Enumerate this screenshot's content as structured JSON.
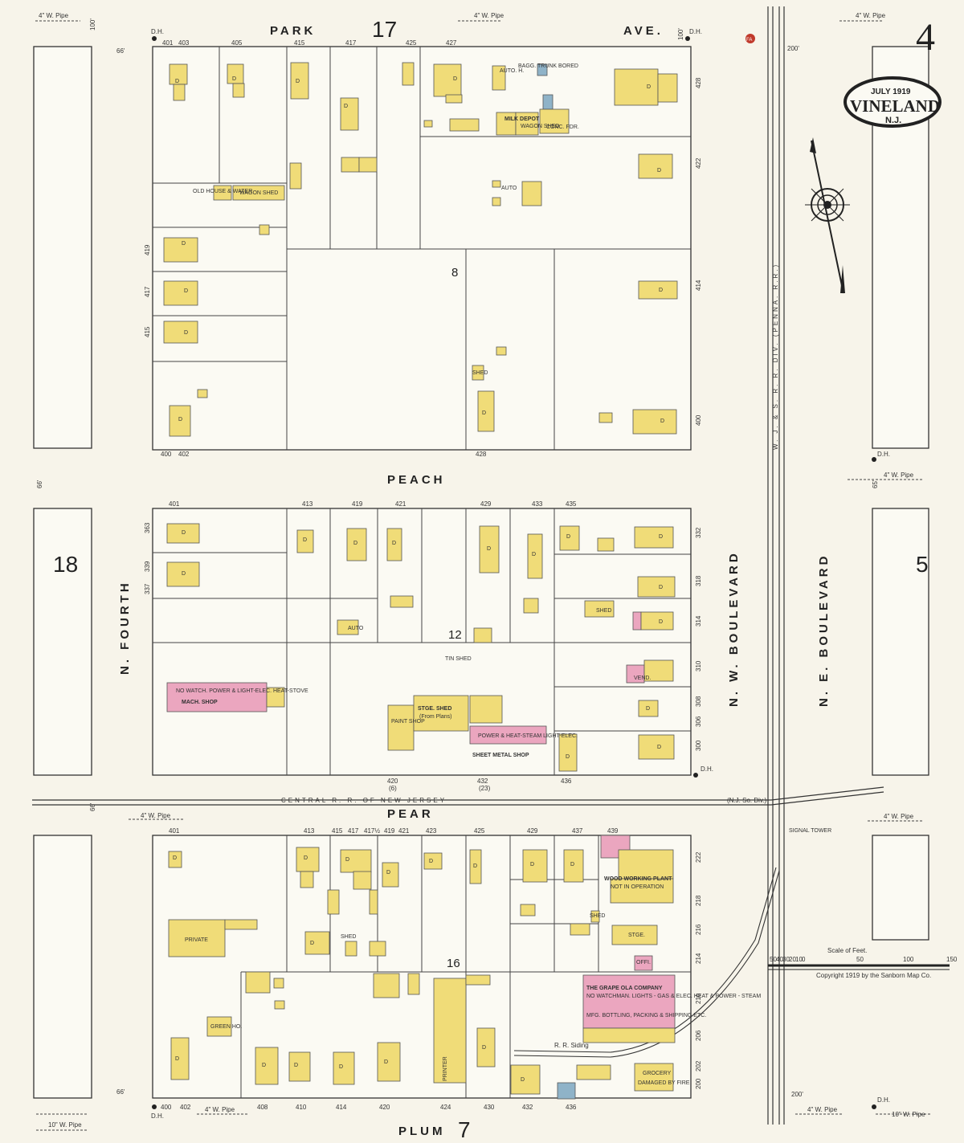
{
  "sheet": {
    "number": "4",
    "date": "JULY 1919",
    "town": "VINELAND",
    "state": "N.J."
  },
  "streets": {
    "park_ave": "PARK",
    "park_ave_suffix": "AVE.",
    "peach": "PEACH",
    "pear": "PEAR",
    "plum": "PLUM",
    "n_fourth": "N. FOURTH",
    "nw_boulevard": "N. W. BOULEVARD",
    "ne_boulevard": "N. E. BOULEVARD",
    "railroad_central": "CENTRAL   R.   R.   OF   NEW   JERSEY",
    "railroad_central_div": "(N.J. So. Div.)",
    "railroad_wj": "W. J. & S. R. R. DIV. (PENNA. R.R.)",
    "rr_siding": "R. R. Siding"
  },
  "blocks": {
    "b17": "17",
    "b8": "8",
    "b12": "12",
    "b16": "16",
    "b18": "18",
    "b5": "5",
    "b7": "7"
  },
  "pipes": {
    "park_w": "4\" W. Pipe",
    "park_e": "4\" W. Pipe",
    "park_far_e": "4\" W. Pipe",
    "peach_e": "4\" W. Pipe",
    "pear_w": "4\" W. Pipe",
    "pear_e": "4\" W. Pipe",
    "plum_w": "4\" W. Pipe",
    "plum_w2": "10\" W. Pipe",
    "plum_e": "4\" W. Pipe",
    "plum_e2": "10\" W. Pipe"
  },
  "widths": {
    "w66": "66'",
    "w100": "100'",
    "w200": "200'",
    "w65": "65'"
  },
  "hydrants": {
    "dh": "D.H."
  },
  "scale": {
    "title": "Scale of Feet.",
    "ticks": [
      "50",
      "40",
      "30",
      "20",
      "10",
      "0",
      "50",
      "100",
      "150"
    ],
    "copyright": "Copyright 1919 by the Sanborn Map Co."
  },
  "addresses": {
    "park_row": [
      "401",
      "403",
      "405",
      "415",
      "417",
      "425",
      "427"
    ],
    "peach_north_row": [
      "400",
      "402",
      "428"
    ],
    "peach_south_row": [
      "401",
      "413",
      "419",
      "421",
      "429",
      "433",
      "435"
    ],
    "pear_north_row": [
      "420",
      "(6)",
      "432",
      "(23)",
      "436"
    ],
    "pear_south_row": [
      "401",
      "413",
      "415",
      "417",
      "417½",
      "419",
      "421",
      "423",
      "425",
      "429",
      "437",
      "439"
    ],
    "plum_row": [
      "400",
      "402",
      "408",
      "410",
      "414",
      "420",
      "424",
      "430",
      "432",
      "436"
    ],
    "nw_blvd_b17": [
      "428",
      "422",
      "414",
      "400"
    ],
    "nw_blvd_b12": [
      "332",
      "318",
      "314",
      "310",
      "308",
      "306",
      "300"
    ],
    "nw_blvd_b16": [
      "222",
      "218",
      "216",
      "214",
      "210",
      "206",
      "202",
      "200"
    ],
    "fourth_b17": [
      "419",
      "417",
      "415"
    ],
    "fourth_b12": [
      "363",
      "339",
      "337"
    ]
  },
  "labels": {
    "auto_h": "AUTO. H.",
    "baggage": "BAGG. TRUNK BORED",
    "milk_depot": "MILK DEPOT",
    "wagon_shed": "WAGON SHED",
    "conc_fdr": "CONC. FDR.",
    "old_house": "OLD HOUSE & WATER",
    "wagon_shed2": "WAGON SHED",
    "auto": "AUTO",
    "shed": "SHED",
    "mach_shop": "MACH. SHOP",
    "mach_shop_note": "NO WATCH. POWER & LIGHT-ELEC. HEAT-STOVE",
    "stge_shed": "STGE. SHED",
    "stge_shed_note": "(From Plans)",
    "paint_shop": "PAINT SHOP",
    "sheet_metal": "SHEET METAL SHOP",
    "sheet_metal_note": "POWER & HEAT-STEAM LIGHT-ELEC.",
    "tin_shed": "TIN SHED",
    "private": "PRIVATE",
    "green_ho": "GREEN HO.",
    "wood_working": "WOOD WORKING PLANT",
    "wood_working_note": "NOT IN OPERATION",
    "grape_ola": "THE GRAPE OLA COMPANY",
    "grape_ola_note": "NO WATCHMAN. LIGHTS - GAS & ELEC. HEAT & POWER - STEAM",
    "grape_ola_note2": "MFG. BOTTLING, PACKING & SHIPPING ETC.",
    "printer": "PRINTER",
    "grocery": "GROCERY",
    "grocery_note": "DAMAGED BY FIRE",
    "signal_tower": "SIGNAL TOWER",
    "stge": "STGE.",
    "vend": "VEND.",
    "offi": "OFFI.",
    "d": "D",
    "fa": "FA"
  },
  "legend_colors": {
    "frame": "#f0dc78",
    "brick": "#eba6bf",
    "stone": "#8fb3c8",
    "paper": "#f7f4ea"
  }
}
